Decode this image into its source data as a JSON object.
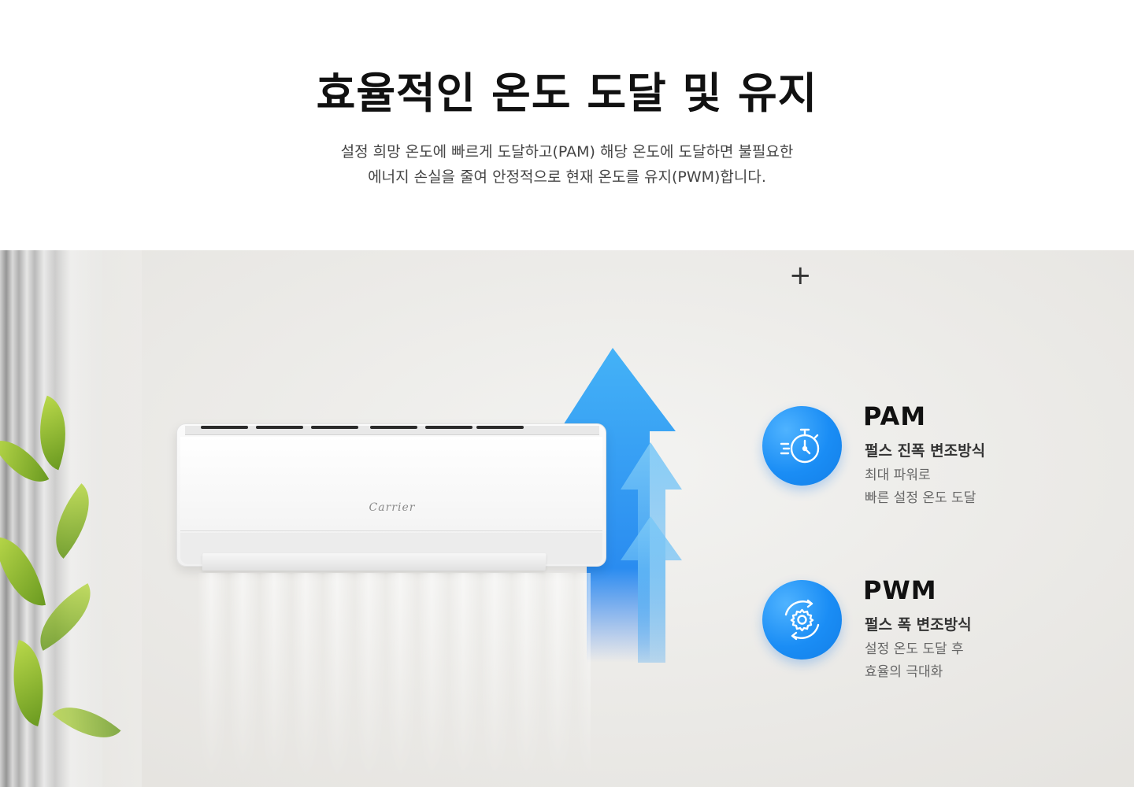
{
  "header": {
    "title": "효율적인 온도 도달 및 유지",
    "description_line1": "설정 희망 온도에 빠르게 도달하고(PAM) 해당 온도에 도달하면 불필요한",
    "description_line2": "에너지 손실을 줄여 안정적으로 현재 온도를 유지(PWM)합니다."
  },
  "product": {
    "brand": "Carrier"
  },
  "features": [
    {
      "name": "PAM",
      "subtitle": "펄스 진폭 변조방식",
      "desc_line1": "최대 파워로",
      "desc_line2": "빠른 설정 온도 도달",
      "icon": "stopwatch-icon"
    },
    {
      "name": "PWM",
      "subtitle": "펄스 폭 변조방식",
      "desc_line1": "설정 온도 도달 후",
      "desc_line2": "효율의 극대화",
      "icon": "gear-cycle-icon"
    }
  ],
  "plus_symbol": "+",
  "colors": {
    "accent_blue": "#1a8df5",
    "arrow_blue": "#2f9df2"
  }
}
